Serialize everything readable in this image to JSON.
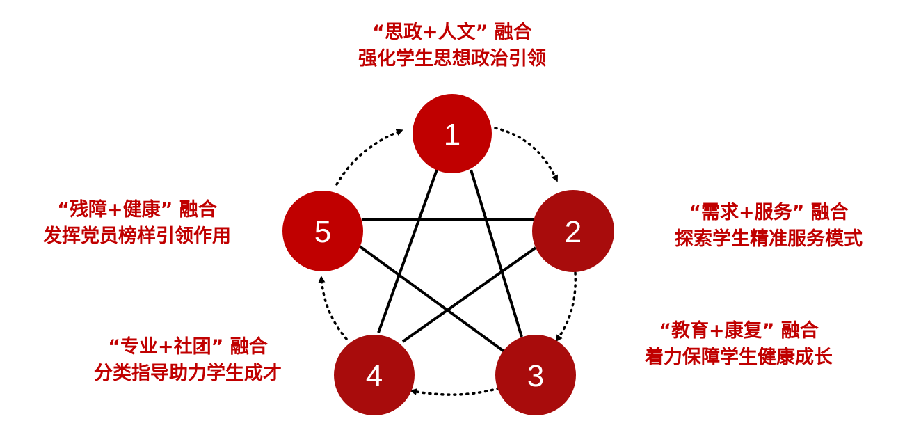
{
  "diagram": {
    "nodes": [
      {
        "id": "1",
        "title": "“思政+人文” 融合",
        "subtitle": "强化学生思想政治引领"
      },
      {
        "id": "2",
        "title": "“需求+服务” 融合",
        "subtitle": "探索学生精准服务模式"
      },
      {
        "id": "3",
        "title": "“教育+康复” 融合",
        "subtitle": "着力保障学生健康成长"
      },
      {
        "id": "4",
        "title": "“专业+社团” 融合",
        "subtitle": "分类指导助力学生成才"
      },
      {
        "id": "5",
        "title": "“残障+健康” 融合",
        "subtitle": "发挥党员榜样引领作用"
      }
    ],
    "colors": {
      "node_fill": "#c00000",
      "node_fill_dark": "#a80c0c",
      "text": "#c00000",
      "line": "#000000"
    }
  }
}
